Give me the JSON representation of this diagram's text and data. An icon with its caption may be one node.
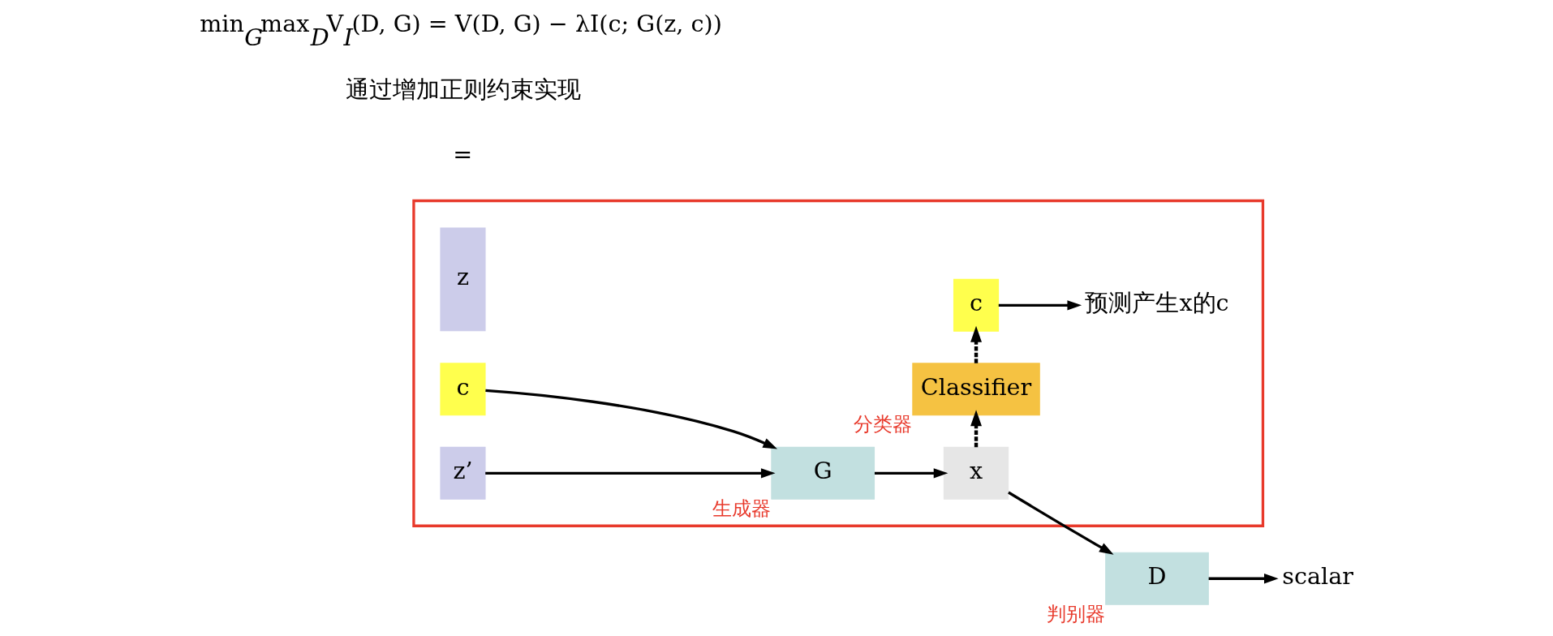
{
  "diagram": {
    "nodes": [
      {
        "text": [],
        "shape": "box"
      },
      {
        "text": [
          "z"
        ],
        "in": 0
      },
      {
        "text": [
          "c"
        ],
        "in": 0
      },
      {
        "text": [
          "z’"
        ],
        "in": 0
      },
      {
        "text": [
          "G"
        ],
        "in": 0,
        "beside": [
          "生成器"
        ]
      },
      {
        "text": [
          "x"
        ],
        "in": 0
      },
      {
        "text": [
          "Classifier"
        ],
        "in": 0,
        "beside": [
          "分类器"
        ]
      },
      {
        "text": [
          "c"
        ],
        "in": 0
      },
      {
        "text": [
          "预测产生x的c"
        ],
        "in": 0
      },
      {
        "text": [
          "D"
        ],
        "beside": [
          "判别器"
        ]
      },
      {
        "text": [
          "scalar"
        ]
      }
    ],
    "edges": [
      {
        "from": 2,
        "to": 4,
        "arrow": "to"
      },
      {
        "from": 3,
        "to": 4,
        "arrow": "to"
      },
      {
        "from": 4,
        "to": 5,
        "arrow": "to"
      },
      {
        "from": 5,
        "to": 9,
        "arrow": "to"
      },
      {
        "from": 5,
        "to": 6,
        "arrow": "to",
        "style": "dashed"
      },
      {
        "from": 6,
        "to": 7,
        "arrow": "to",
        "style": "dashed"
      },
      {
        "from": 7,
        "to": 8,
        "arrow": "to"
      },
      {
        "from": 9,
        "to": 10,
        "arrow": "to"
      }
    ],
    "labels": [
      "=",
      "通过增加正则约束实现",
      "min$_{G}$max$_{D}$V$_{I}$(D, G) = V(D, G) − λI(c; G(z, c))"
    ]
  }
}
